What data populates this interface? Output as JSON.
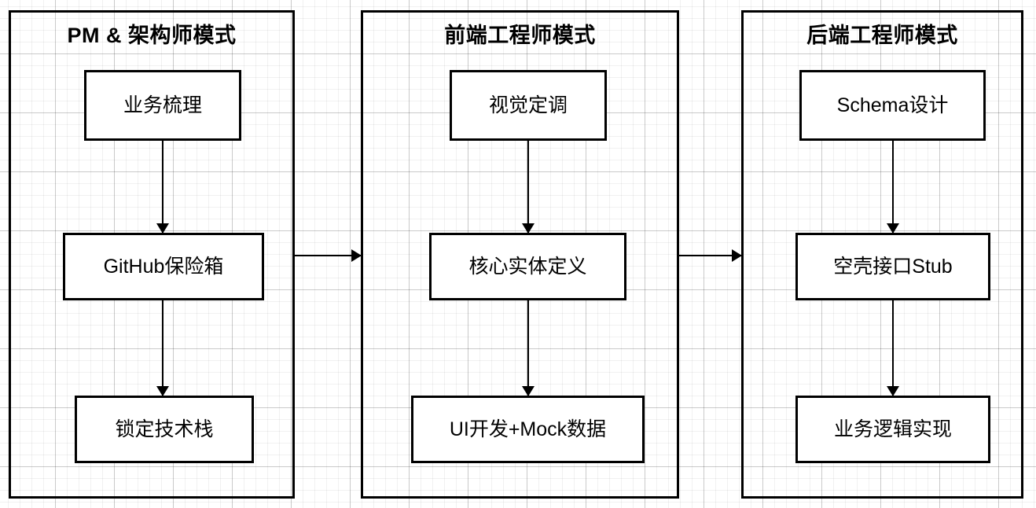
{
  "diagram": {
    "type": "flowchart",
    "orientation": "left-to-right-lanes",
    "background": "grid",
    "stroke_color": "#000000",
    "fill_color": "#ffffff",
    "lanes": [
      {
        "id": "lane-pm-architect",
        "title": "PM & 架构师模式",
        "nodes": [
          {
            "id": "node-business-review",
            "label": "业务梳理"
          },
          {
            "id": "node-github-vault",
            "label": "GitHub保险箱"
          },
          {
            "id": "node-lock-techstack",
            "label": "锁定技术栈"
          }
        ]
      },
      {
        "id": "lane-frontend-engineer",
        "title": "前端工程师模式",
        "nodes": [
          {
            "id": "node-visual-tone",
            "label": "视觉定调"
          },
          {
            "id": "node-core-entity-definition",
            "label": "核心实体定义"
          },
          {
            "id": "node-ui-dev-mock-data",
            "label": "UI开发+Mock数据"
          }
        ]
      },
      {
        "id": "lane-backend-engineer",
        "title": "后端工程师模式",
        "nodes": [
          {
            "id": "node-schema-design",
            "label": "Schema设计"
          },
          {
            "id": "node-stub-interface",
            "label": "空壳接口Stub"
          },
          {
            "id": "node-business-logic",
            "label": "业务逻辑实现"
          }
        ]
      }
    ],
    "connectors": {
      "vertical_arrows": 6,
      "horizontal_arrows": 2
    }
  }
}
